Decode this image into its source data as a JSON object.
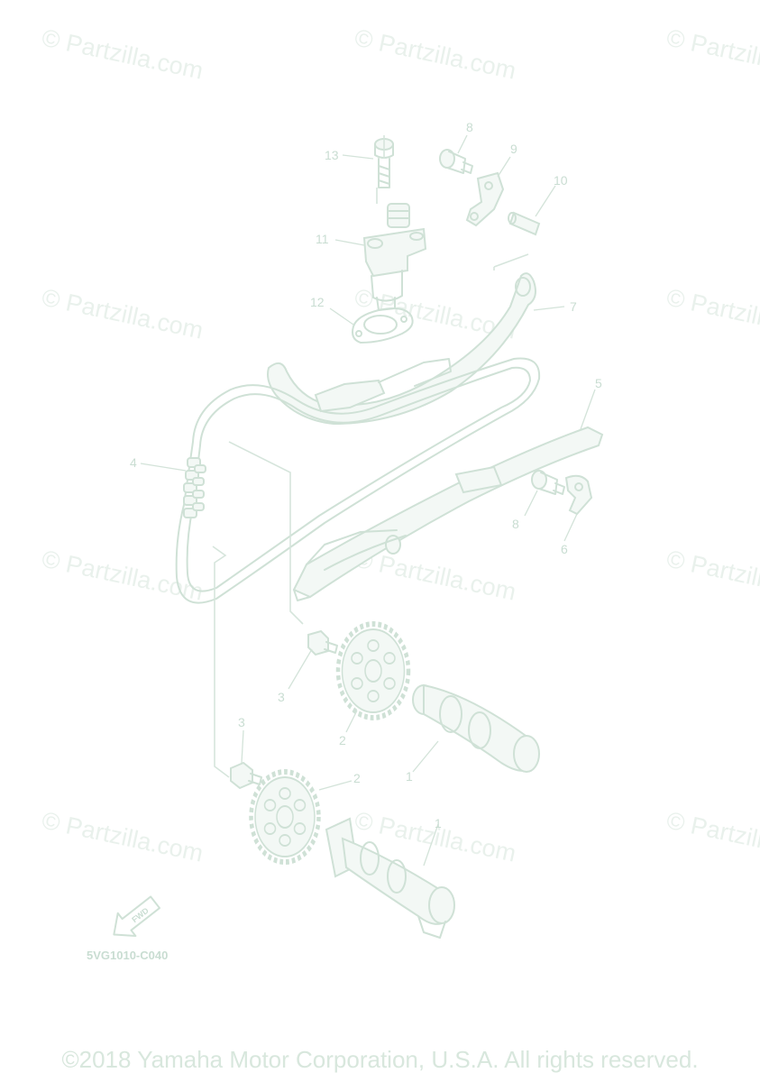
{
  "watermark_text": "© Partzilla.com",
  "callouts": {
    "n1": "1",
    "n2": "2",
    "n3": "3",
    "n4": "4",
    "n5": "5",
    "n6": "6",
    "n7": "7",
    "n8": "8",
    "n9": "9",
    "n10": "10",
    "n11": "11",
    "n12": "12",
    "n13": "13"
  },
  "fwd_label": "FWD",
  "diagram_code": "5VG1010-C040",
  "copyright": "©2018 Yamaha Motor Corporation, U.S.A. All rights reserved.",
  "colors": {
    "line": "#cfe1d6",
    "label": "#c9ddd2",
    "watermark": "#e9f1ec",
    "background": "#ffffff"
  }
}
